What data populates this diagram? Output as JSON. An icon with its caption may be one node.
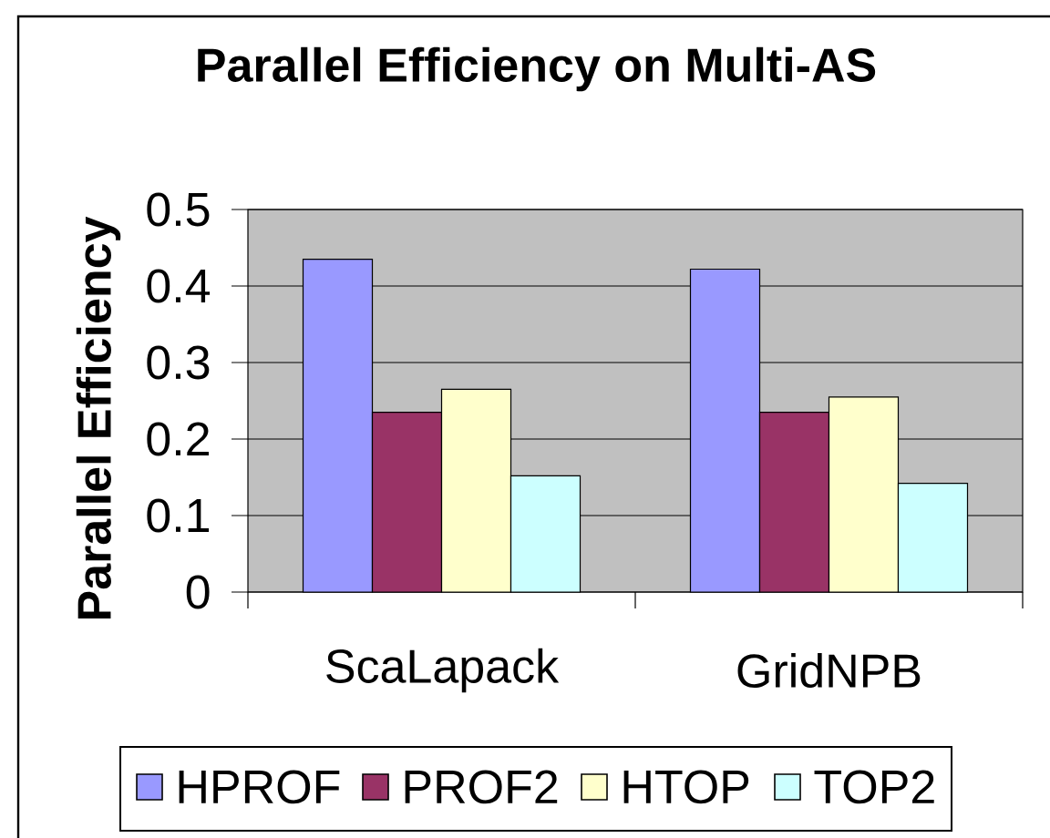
{
  "diagram": {
    "chart_data": {
      "type": "bar",
      "title": "Parallel Efficiency on Multi-AS",
      "ylabel": "Parallel Efficiency",
      "categories": [
        "ScaLapack",
        "GridNPB"
      ],
      "series": [
        {
          "name": "HPROF",
          "color": "#9999ff",
          "values": [
            0.435,
            0.422
          ]
        },
        {
          "name": "PROF2",
          "color": "#993366",
          "values": [
            0.235,
            0.235
          ]
        },
        {
          "name": "HTOP",
          "color": "#ffffcc",
          "values": [
            0.265,
            0.255
          ]
        },
        {
          "name": "TOP2",
          "color": "#ccffff",
          "values": [
            0.152,
            0.142
          ]
        }
      ],
      "grid": true,
      "legend": "bottom",
      "ylim": [
        0,
        0.5
      ],
      "yticks": [
        0,
        0.1,
        0.2,
        0.3,
        0.4,
        0.5
      ]
    }
  }
}
